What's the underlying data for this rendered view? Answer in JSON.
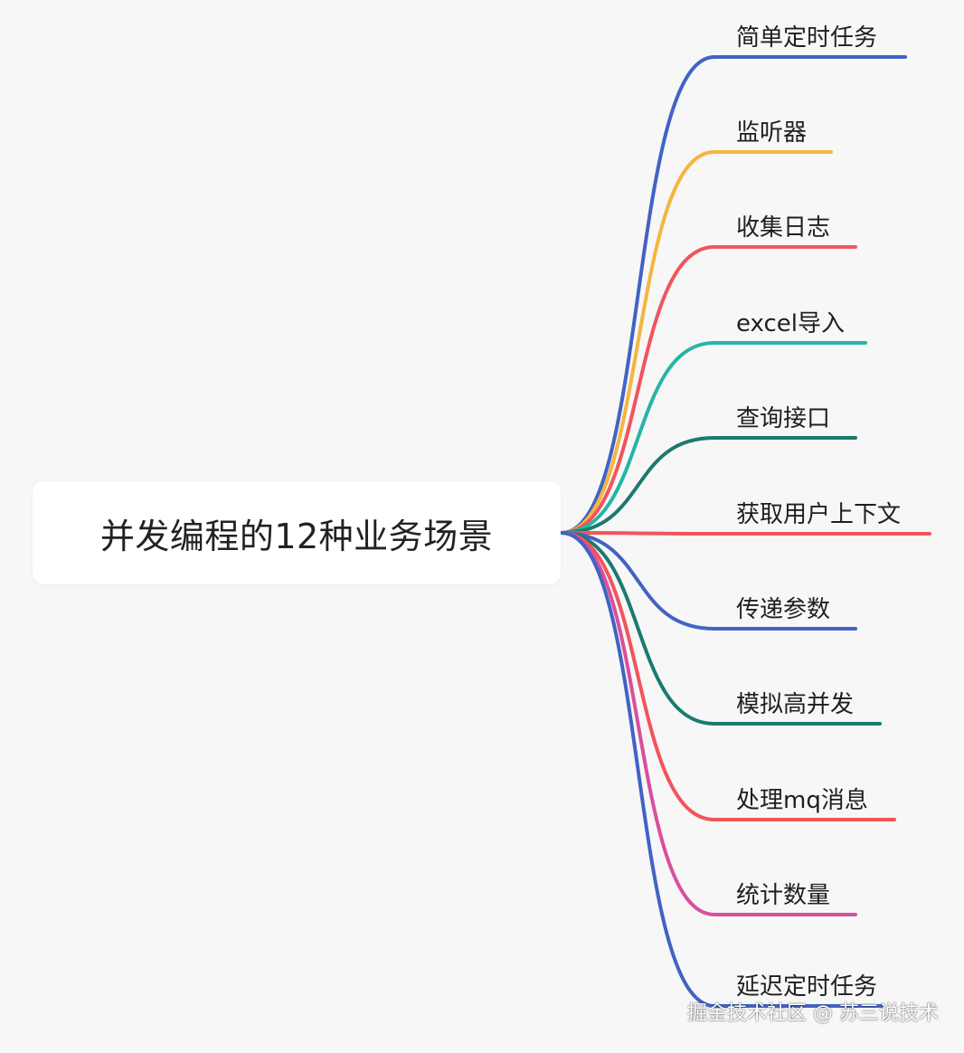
{
  "root": {
    "title": "并发编程的12种业务场景"
  },
  "branches": [
    {
      "label": "简单定时任务",
      "color": "#4263c4"
    },
    {
      "label": "监听器",
      "color": "#f5b53f"
    },
    {
      "label": "收集日志",
      "color": "#f2545b"
    },
    {
      "label": "excel导入",
      "color": "#26b5a6"
    },
    {
      "label": "查询接口",
      "color": "#1b7a70"
    },
    {
      "label": "获取用户上下文",
      "color": "#f2545b"
    },
    {
      "label": "传递参数",
      "color": "#4263c4"
    },
    {
      "label": "模拟高并发",
      "color": "#1b7a70"
    },
    {
      "label": "处理mq消息",
      "color": "#f2545b"
    },
    {
      "label": "统计数量",
      "color": "#d94f9c"
    },
    {
      "label": "延迟定时任务",
      "color": "#4263c4"
    }
  ],
  "watermark": "掘金技术社区 @ 苏三说技术"
}
